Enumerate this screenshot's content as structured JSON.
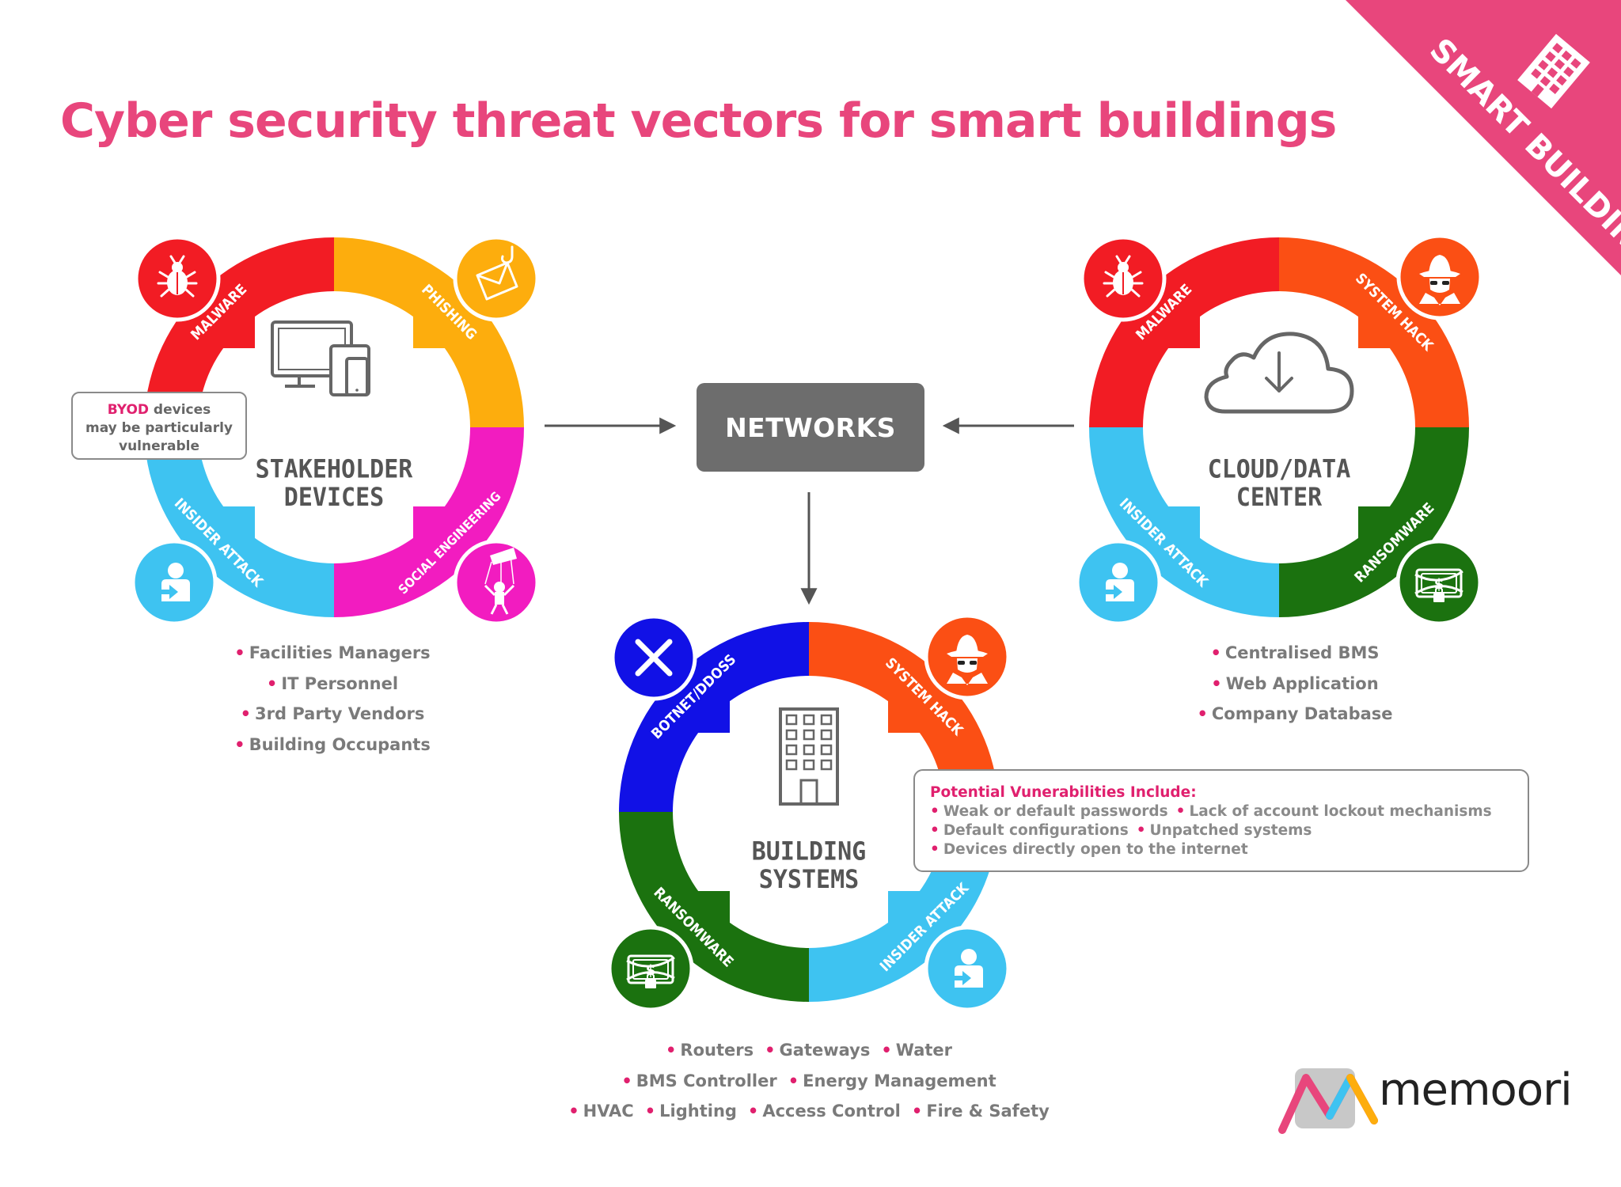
{
  "title": "Cyber security threat vectors for smart buildings",
  "corner_badge": {
    "label": "SMART BUILDINGS",
    "color": "#e8467c",
    "icon": "building-icon"
  },
  "networks": {
    "label": "NETWORKS",
    "color": "#6d6d6d"
  },
  "rings": [
    {
      "id": "stakeholder",
      "hub_lines": [
        "STAKEHOLDER",
        "DEVICES"
      ],
      "hub_icon": "devices-icon",
      "segments": [
        {
          "label": "MALWARE",
          "color": "#f21c24",
          "icon": "bug-icon"
        },
        {
          "label": "PHISHING",
          "color": "#fdad0d",
          "icon": "phishing-icon"
        },
        {
          "label": "SOCIAL ENGINEERING",
          "color": "#f21cc0",
          "icon": "puppet-icon"
        },
        {
          "label": "INSIDER ATTACK",
          "color": "#3ec3f1",
          "icon": "insider-icon"
        }
      ],
      "items": [
        "Facilities Managers",
        "IT Personnel",
        "3rd Party Vendors",
        "Building Occupants"
      ]
    },
    {
      "id": "cloud",
      "hub_lines": [
        "CLOUD/DATA",
        "CENTER"
      ],
      "hub_icon": "cloud-download-icon",
      "segments": [
        {
          "label": "MALWARE",
          "color": "#f21c24",
          "icon": "bug-icon"
        },
        {
          "label": "SYSTEM HACK",
          "color": "#fb4f14",
          "icon": "hacker-icon"
        },
        {
          "label": "RANSOMWARE",
          "color": "#1b720f",
          "icon": "ransomware-icon"
        },
        {
          "label": "INSIDER ATTACK",
          "color": "#3ec3f1",
          "icon": "insider-icon"
        }
      ],
      "items": [
        "Centralised BMS",
        "Web Application",
        "Company Database"
      ]
    },
    {
      "id": "building",
      "hub_lines": [
        "BUILDING",
        "SYSTEMS"
      ],
      "hub_icon": "building-icon",
      "segments": [
        {
          "label": "BOTNET/DDOSS",
          "color": "#1111e6",
          "icon": "cross-icon"
        },
        {
          "label": "SYSTEM HACK",
          "color": "#fb4f14",
          "icon": "hacker-icon"
        },
        {
          "label": "INSIDER ATTACK",
          "color": "#3ec3f1",
          "icon": "insider-icon"
        },
        {
          "label": "RANSOMWARE",
          "color": "#1b720f",
          "icon": "ransomware-icon"
        }
      ],
      "item_rows": [
        [
          "Routers",
          "Gateways",
          "Water"
        ],
        [
          "BMS Controller",
          "Energy Management"
        ],
        [
          "HVAC",
          "Lighting",
          "Access Control",
          "Fire & Safety"
        ]
      ]
    }
  ],
  "byod_note": {
    "highlight": "BYOD",
    "text1": " devices",
    "text2": "may be particularly",
    "text3": "vulnerable"
  },
  "vulnerabilities": {
    "title": "Potential Vunerabilities Include:",
    "rows": [
      [
        "Weak or default passwords",
        "Lack of account lockout mechanisms"
      ],
      [
        "Default configurations",
        "Unpatched systems"
      ],
      [
        "Devices directly open to the internet"
      ]
    ]
  },
  "logo": {
    "text": "memoori"
  },
  "colors": {
    "accent": "#e8467c",
    "bullet": "#e0206e",
    "text_gray": "#7a7a7a"
  }
}
